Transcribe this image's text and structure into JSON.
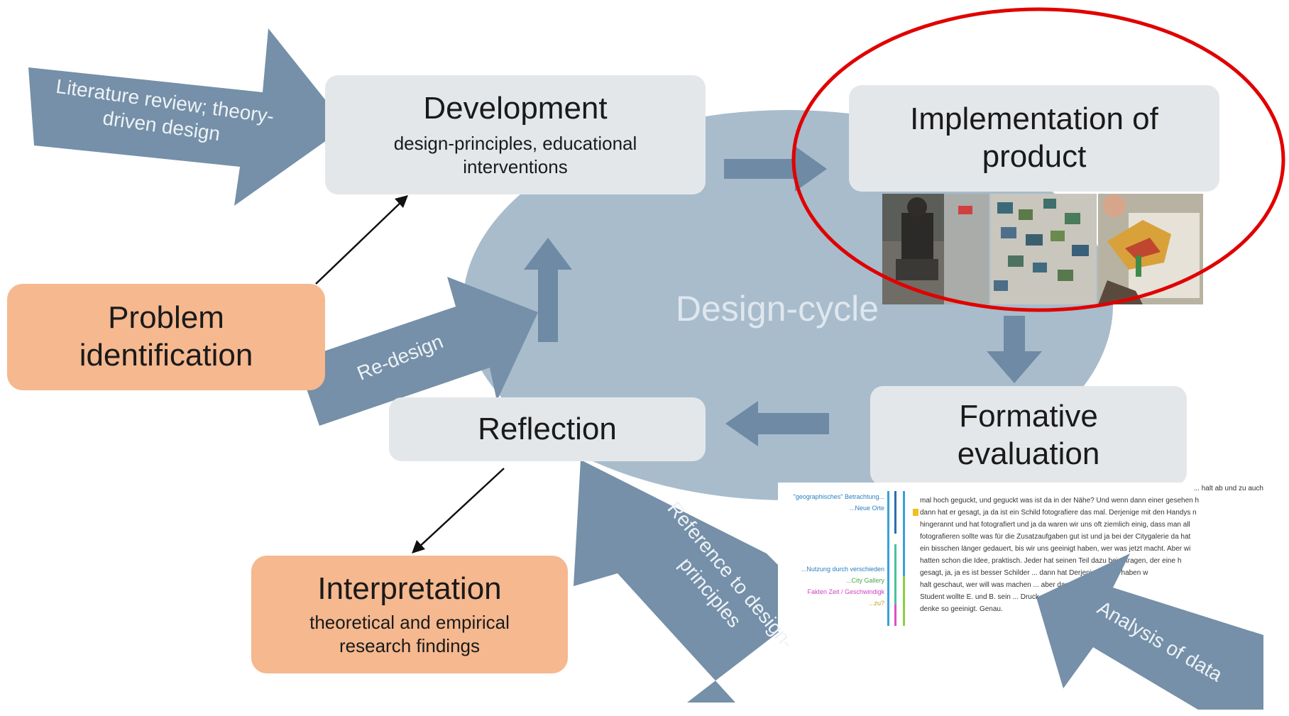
{
  "center_label": "Design-cycle",
  "boxes": {
    "development": {
      "title": "Development",
      "subtitle": "design-principles, educational interventions"
    },
    "implementation": {
      "title": "Implementation of product"
    },
    "formative": {
      "title": "Formative evaluation"
    },
    "reflection": {
      "title": "Reflection"
    },
    "problem": {
      "title": "Problem identification"
    },
    "interpretation": {
      "title": "Interpretation",
      "subtitle": "theoretical and empirical research findings"
    }
  },
  "arrow_labels": {
    "literature": "Literature review; theory-driven design",
    "redesign": "Re-design",
    "reference": "Reference to design-principles",
    "analysis": "Analysis of data"
  },
  "colors": {
    "ellipse": "#a8bccc",
    "big_arrow": "#7590a8",
    "small_arrow": "#6e8aa4",
    "grey_box": "#e4e7ea",
    "orange_box": "#f5b88f",
    "highlight_circle": "#e00000"
  },
  "transcript": {
    "codes": [
      "\"geographisches\" Betrachtung...",
      "...Neue Orte",
      "...Nutzung durch verschieden",
      "...City Gallery",
      "Fakten Zeit / Geschwindigk",
      "...zu?"
    ],
    "lines": [
      "... halt ab und zu auch",
      "mal hoch geguckt, und geguckt was ist da in der Nähe? Und wenn dann einer gesehen h",
      "dann hat er gesagt, ja da ist ein Schild fotografiere das mal. Derjenige mit den Handys n",
      "hingerannt und hat fotografiert und ja da waren wir uns oft ziemlich einig, dass man all",
      "fotografieren sollte was für die Zusatzaufgaben gut ist und ja bei der Citygalerie da hat",
      "ein bisschen länger gedauert, bis wir uns geeinigt haben, wer was jetzt macht. Aber wi",
      "hatten schon die Idee, praktisch. Jeder hat seinen Teil dazu beigetragen, der eine h",
      "gesagt, ja, ja es ist besser Schilder ... dann hat Derjenige, dann haben w",
      "halt geschaut, wer will was machen ... aber dann glaube ich",
      "Student wollte E. und B. sein ... Druck gemacht und d",
      "denke so geeinigt. Genau."
    ]
  }
}
